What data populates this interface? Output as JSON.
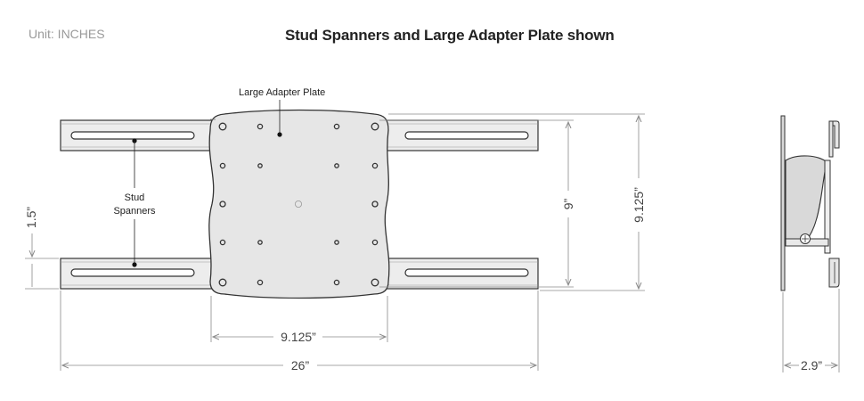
{
  "header": {
    "unit_label": "Unit: INCHES",
    "title": "Stud Spanners and Large Adapter Plate shown"
  },
  "callouts": {
    "adapter_plate": "Large Adapter Plate",
    "stud_line1": "Stud",
    "stud_line2": "Spanners"
  },
  "dimensions": {
    "plate_width": "9.125”",
    "overall_width": "26”",
    "spanner_offset": "1.5”",
    "hole_spacing": "9”",
    "plate_height": "9.125”",
    "depth": "2.9”"
  },
  "colors": {
    "plate_fill": "#e6e6e6",
    "spanner_fill": "#ededed",
    "outline": "#333333",
    "dim_line": "#8a8a8a"
  }
}
